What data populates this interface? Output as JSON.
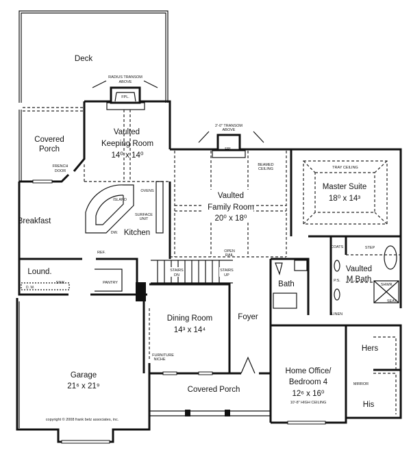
{
  "rooms": {
    "deck": "Deck",
    "covered_porch_rear_1": "Covered",
    "covered_porch_rear_2": "Porch",
    "keeping_1": "Vaulted",
    "keeping_2": "Keeping Room",
    "keeping_dim": "14⁰ x 14⁰",
    "breakfast": "Breakfast",
    "kitchen": "Kitchen",
    "family_1": "Vaulted",
    "family_2": "Family Room",
    "family_dim": "20⁰ x 18⁰",
    "master_1": "Master Suite",
    "master_dim": "18⁰ x 14³",
    "laundry": "Lound.",
    "bath": "Bath",
    "mbath_1": "Vaulted",
    "mbath_2": "M.Bath",
    "dining_1": "Dining Room",
    "dining_dim": "14³ x 14⁴",
    "foyer": "Foyer",
    "garage_1": "Garage",
    "garage_dim": "21⁶ x 21⁹",
    "office_1": "Home Office/",
    "office_2": "Bedroom 4",
    "office_dim": "12⁶ x 16⁰",
    "hers": "Hers",
    "his": "His",
    "covered_porch_front": "Covered Porch"
  },
  "notes": {
    "radius_transom_1": "RADIUS TRANSOM",
    "radius_transom_2": "ABOVE",
    "transom_1": "2'-0\" TRANSOM",
    "transom_2": "ABOVE",
    "fpl": "FPL.",
    "fpl2": "FPL.",
    "french_door_1": "FRENCH",
    "french_door_2": "DOOR",
    "island": "ISLAND",
    "ovens": "OVENS",
    "surface_1": "SURFACE",
    "surface_2": "UNIT",
    "dw": "DW.",
    "beamed_1": "BEAMED",
    "beamed_2": "CEILING",
    "tray": "TRAY CEILING",
    "open_rail_1": "OPEN",
    "open_rail_2": "RAIL",
    "stairs_dn_1": "STAIRS",
    "stairs_dn_2": "DN",
    "stairs_up_1": "STAIRS",
    "stairs_up_2": "UP",
    "ref": "REF.",
    "sink": "SINK",
    "dw_laundry": "D.   W.",
    "pantry": "PANTRY",
    "coats": "COATS",
    "step": "STEP",
    "ps": "P.S.",
    "shwr": "SHWR.",
    "seat": "SEAT",
    "linen": "LINEN",
    "furniture_1": "FURNITURE",
    "furniture_2": "NICHE",
    "mirror": "MIRROR",
    "high_ceiling": "10'-8\" HIGH CEILING",
    "copyright": "copyright © 2008 frank betz associates, inc."
  }
}
